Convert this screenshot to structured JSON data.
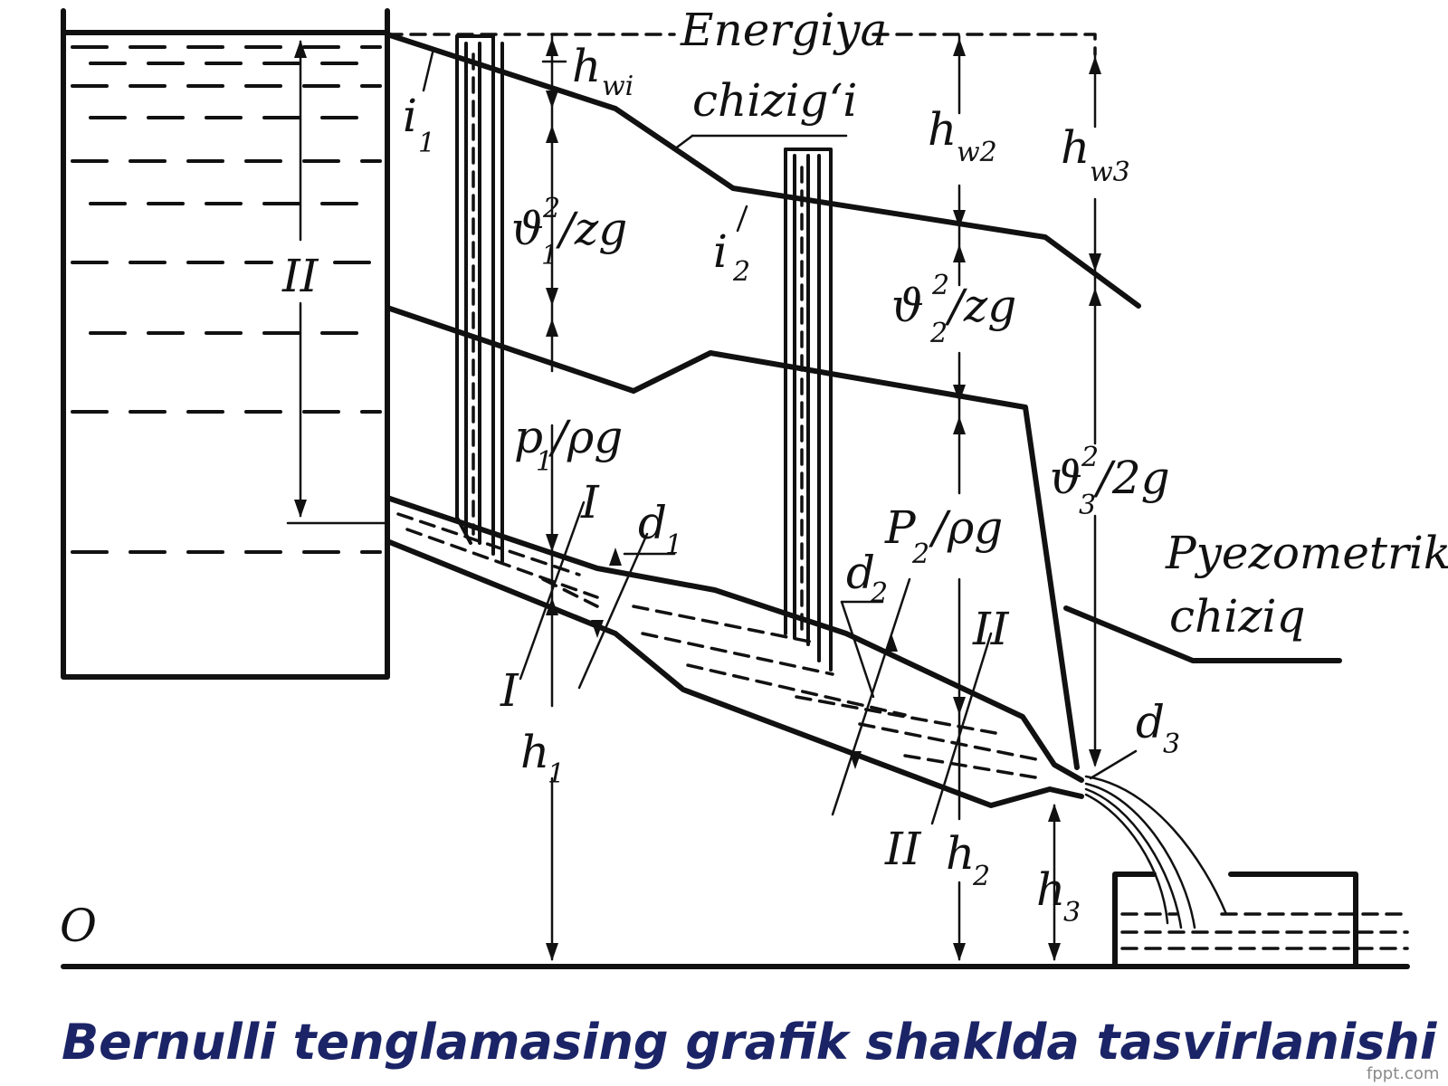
{
  "labels": {
    "energy_line_1": "Energiya",
    "energy_line_2": "chizig‘i",
    "piezo_line_1": "Pyezometrik",
    "piezo_line_2": "chiziq",
    "hw1": "h",
    "hw1_sub": "wi",
    "hw2": "h",
    "hw2_sub": "w2",
    "hw3": "h",
    "hw3_sub": "w3",
    "i1": "i",
    "i1_sub": "1",
    "i2": "i",
    "i2_sub": "2",
    "v1": "ϑ",
    "v1_sup": "2",
    "v1_sub": "1",
    "v1_den": "/zg",
    "v2": "ϑ",
    "v2_sup": "2",
    "v2_sub": "2",
    "v2_den": "/zg",
    "v3": "ϑ",
    "v3_sup": "2",
    "v3_sub": "3",
    "v3_den": "/2g",
    "p1": "p",
    "p1_sub": "1",
    "p1_den": "/ρg",
    "p2": "P",
    "p2_sub": "2",
    "p2_den": "/ρg",
    "h1": "h",
    "h1_sub": "1",
    "h2": "h",
    "h2_sub": "2",
    "h3": "h",
    "h3_sub": "3",
    "d1": "d",
    "d1_sub": "1",
    "d2": "d",
    "d2_sub": "2",
    "d3": "d",
    "d3_sub": "3",
    "sec_I_top": "I",
    "sec_I_bot": "I",
    "sec_II_top": "II",
    "sec_II_bot": "II",
    "tank_II": "II",
    "origin": "O"
  },
  "caption": "Bernulli tenglamasing grafik shaklda tasvirlanishi",
  "watermark": "fppt.com",
  "colors": {
    "ink": "#111111",
    "caption": "#1b2466"
  }
}
